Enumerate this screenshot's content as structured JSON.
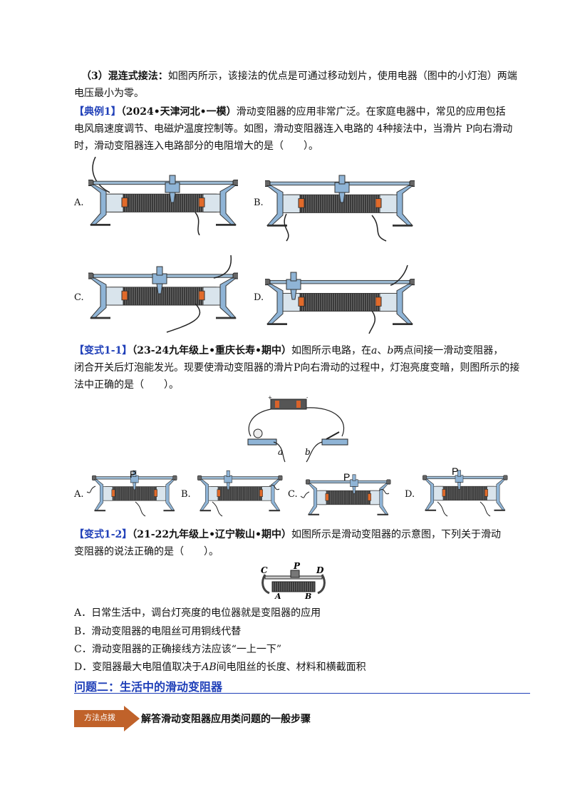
{
  "p3": {
    "label": "（3）混连式接法：",
    "text": "如图丙所示，该接法的优点是可通过移动划片，使用电器（图中的小灯泡）两端",
    "text2": "电压最小为零。"
  },
  "ex1": {
    "tag": "【典例1】",
    "source": "（2024•天津河北•一模）",
    "l1": "滑动变阻器的应用非常广泛。在家庭电器中，常见的应用包括",
    "l2": "电风扇速度调节、电磁炉温度控制等。如图，滑动变阻器连入电路的 4种接法中，当滑片 P向右滑动",
    "l3": "时，滑动变阻器连入电路部分的电阻增大的是（　　）。",
    "options": [
      "A.",
      "B.",
      "C.",
      "D."
    ]
  },
  "v11": {
    "tag": "【变式1-1】",
    "source": "（23-24九年级上•重庆长寿•期中）",
    "l1a": "如图所示电路，在",
    "a": "a",
    "mid": "、",
    "b": "b",
    "l1b": "两点间接一滑动变阻器，",
    "l2": "闭合开关后灯泡能发光。现要使滑动变阻器的滑片P向右滑动的过程中，灯泡亮度变暗，则图所示的接",
    "l3": "法中正确的是（　　）。",
    "fig_a": "a",
    "fig_b": "b",
    "p_label": "P",
    "options": [
      "A.",
      "B.",
      "C.",
      "D."
    ]
  },
  "v12": {
    "tag": "【变式1-2】",
    "source": "（21-22九年级上•辽宁鞍山•期中）",
    "l1": "如图所示是滑动变阻器的示意图，下列关于滑动",
    "l2": "变阻器的说法正确的是（　　）。",
    "fig": {
      "C": "C",
      "P": "P",
      "D": "D",
      "A": "A",
      "B": "B"
    },
    "choices": [
      "A．日常生活中，调台灯亮度的电位器就是变阻器的应用",
      "B．滑动变阻器的电阻丝可用铜线代替",
      "C．滑动变阻器的正确接线方法应该“一上一下”"
    ],
    "choiceD_a": "D．变阻器最大电阻值取决于",
    "choiceD_ab": "AB",
    "choiceD_b": "间电阻丝的长度、材料和横截面积"
  },
  "section": {
    "title": "问题二：生活中的滑动变阻器"
  },
  "method": {
    "badge": "方法点拨",
    "text": "解答滑动变阻器应用类问题的一般步骤"
  },
  "colors": {
    "accent": "#1f3fb8",
    "arrow": "#c0622a",
    "metal": "#8fb4d6",
    "coil": "#555555"
  }
}
